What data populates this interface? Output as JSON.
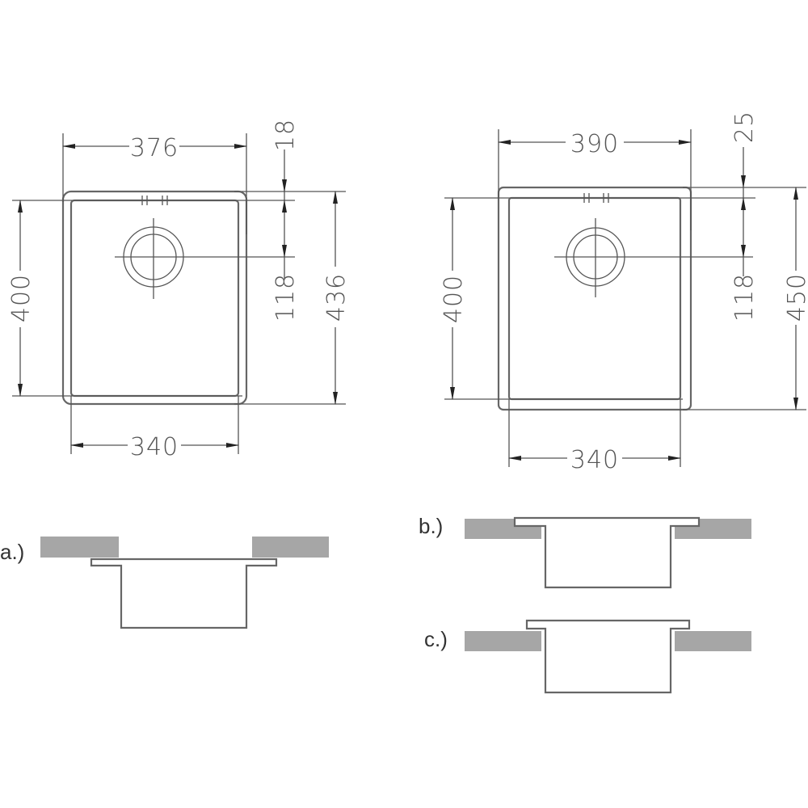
{
  "drawing_left": {
    "width_outer": "376",
    "width_inner": "340",
    "height_inner": "400",
    "height_outer": "436",
    "rim": "18",
    "drain_offset": "118"
  },
  "drawing_right": {
    "width_outer": "390",
    "width_inner": "340",
    "height_inner": "400",
    "height_outer": "450",
    "rim": "25",
    "drain_offset": "118"
  },
  "sections": {
    "a": "a.)",
    "b": "b.)",
    "c": "c.)"
  },
  "colors": {
    "line": "#555555",
    "slab": "#a6a6a6"
  }
}
